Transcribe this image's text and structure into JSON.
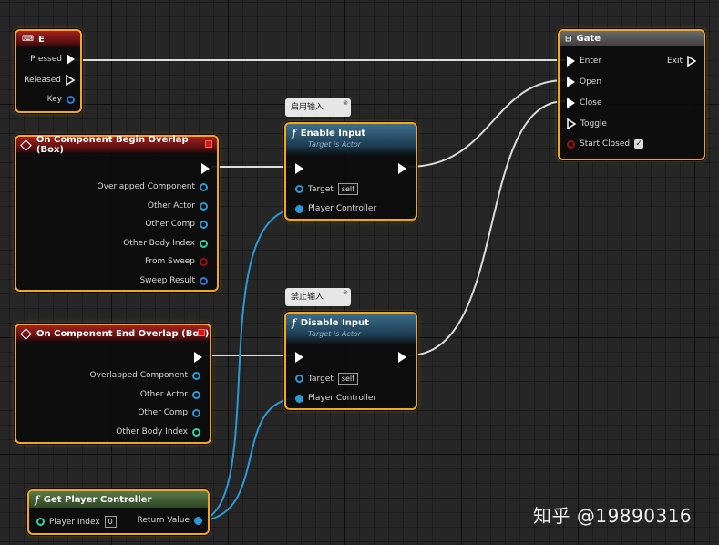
{
  "key_node": {
    "title": "E",
    "pins": [
      "Pressed",
      "Released",
      "Key"
    ]
  },
  "begin_overlap": {
    "title": "On Component Begin Overlap (Box)",
    "pins": [
      "Overlapped Component",
      "Other Actor",
      "Other Comp",
      "Other Body Index",
      "From Sweep",
      "Sweep Result"
    ]
  },
  "end_overlap": {
    "title": "On Component End Overlap (Box)",
    "pins": [
      "Overlapped Component",
      "Other Actor",
      "Other Comp",
      "Other Body Index"
    ]
  },
  "enable_input": {
    "comment": "启用输入",
    "title": "Enable Input",
    "subtitle": "Target is Actor",
    "target_label": "Target",
    "target_value": "self",
    "controller_label": "Player Controller"
  },
  "disable_input": {
    "comment": "禁止输入",
    "title": "Disable Input",
    "subtitle": "Target is Actor",
    "target_label": "Target",
    "target_value": "self",
    "controller_label": "Player Controller"
  },
  "gate": {
    "title": "Gate",
    "inputs": [
      "Enter",
      "Open",
      "Close",
      "Toggle",
      "Start Closed"
    ],
    "output": "Exit"
  },
  "get_player_controller": {
    "title": "Get Player Controller",
    "index_label": "Player Index",
    "index_value": "0",
    "return_label": "Return Value"
  },
  "watermark": "知乎 @19890316",
  "colors": {
    "selection_border": "#f0a81e",
    "event_header": "#a42020",
    "function_header": "#3d6e8c",
    "pure_header": "#5a7a48",
    "object_pin": "#2a9ad6",
    "int_pin": "#2fd1a8",
    "bool_pin": "#9c1010",
    "wire_exec": "#e8e8e8",
    "wire_object": "#2a9ad6"
  }
}
